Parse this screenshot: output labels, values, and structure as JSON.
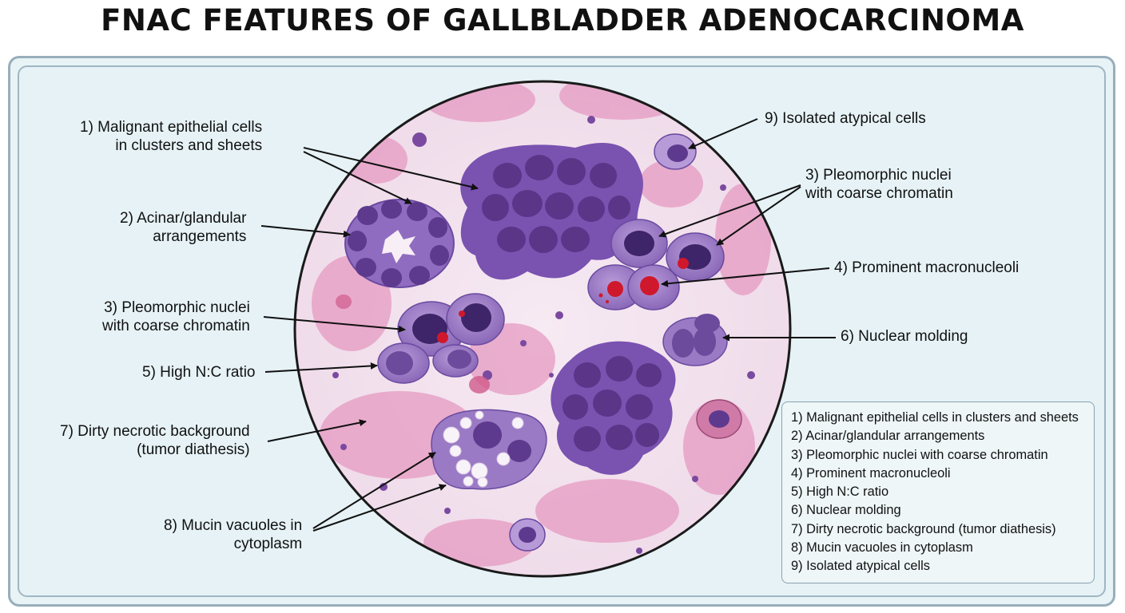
{
  "title": "FNAC FEATURES OF GALLBLADDER ADENOCARCINOMA",
  "labels": {
    "malignant": [
      "1) Malignant epithelial cells",
      "in clusters and sheets"
    ],
    "acinar": [
      "2) Acinar/glandular",
      "arrangements"
    ],
    "pleo_left": [
      "3) Pleomorphic nuclei",
      "with coarse chromatin"
    ],
    "high_nc": [
      "5) High N:C ratio"
    ],
    "dirty": [
      "7) Dirty necrotic background",
      "(tumor diathesis)"
    ],
    "mucin": [
      "8) Mucin vacuoles in",
      "cytoplasm"
    ],
    "isolated": [
      "9) Isolated atypical cells"
    ],
    "pleo_right": [
      "3) Pleomorphic nuclei",
      "with coarse chromatin"
    ],
    "macronucleoli": [
      "4) Prominent macronucleoli"
    ],
    "molding": [
      "6) Nuclear molding"
    ]
  },
  "legend": [
    "1) Malignant epithelial cells in clusters and sheets",
    "2) Acinar/glandular arrangements",
    "3) Pleomorphic nuclei with coarse chromatin",
    "4) Prominent macronucleoli",
    "5) High N:C ratio",
    "6) Nuclear molding",
    "7) Dirty necrotic background (tumor diathesis)",
    "8) Mucin vacuoles in cytoplasm",
    "9) Isolated atypical cells"
  ],
  "colors": {
    "cytoplasm": "#9a7ac4",
    "nucleus": "#5e3a8e",
    "nucleolus": "#d0182c",
    "background_stain": "#e59ac2",
    "frame": "#98aebb"
  }
}
